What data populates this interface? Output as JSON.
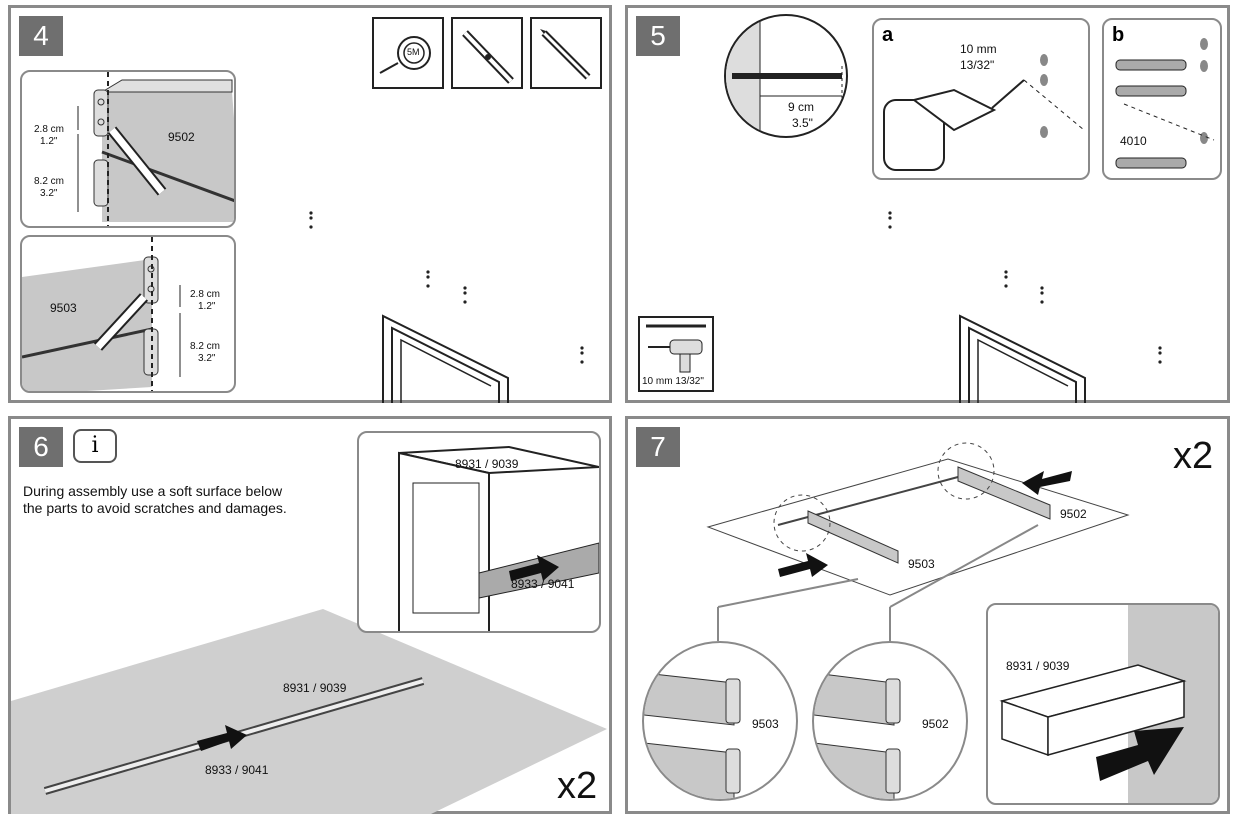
{
  "steps": [
    {
      "number": "4",
      "tools": [
        "tape-measure-icon",
        "spirit-level-icon",
        "pencil-icon"
      ],
      "tape_label": "5M",
      "top_detail": {
        "part": "9502",
        "dist1_cm": "2.8 cm",
        "dist1_in": "1.2\"",
        "dist2_cm": "8.2 cm",
        "dist2_in": "3.2\""
      },
      "bottom_detail": {
        "part": "9503",
        "dist1_cm": "2.8 cm",
        "dist1_in": "1.2\"",
        "dist2_cm": "8.2 cm",
        "dist2_in": "3.2\""
      }
    },
    {
      "number": "5",
      "depth_cm": "9 cm",
      "depth_in": "3.5\"",
      "a": {
        "letter": "a",
        "drill_mm": "10 mm",
        "drill_in": "13/32\""
      },
      "b": {
        "letter": "b",
        "part": "4010"
      },
      "tool_label": "10 mm 13/32\""
    },
    {
      "number": "6",
      "info_text_line1": "During assembly use a soft surface below",
      "info_text_line2": "the parts to avoid scratches and damages.",
      "detail_profile": "8931 / 9039",
      "detail_insert": "8933 / 9041",
      "main_profile": "8931 / 9039",
      "main_insert": "8933 / 9041",
      "multiplier": "x2"
    },
    {
      "number": "7",
      "multiplier": "x2",
      "part_right": "9502",
      "part_left": "9503",
      "circle1_part": "9503",
      "circle2_part": "9502",
      "detail_profile": "8931 / 9039"
    }
  ]
}
